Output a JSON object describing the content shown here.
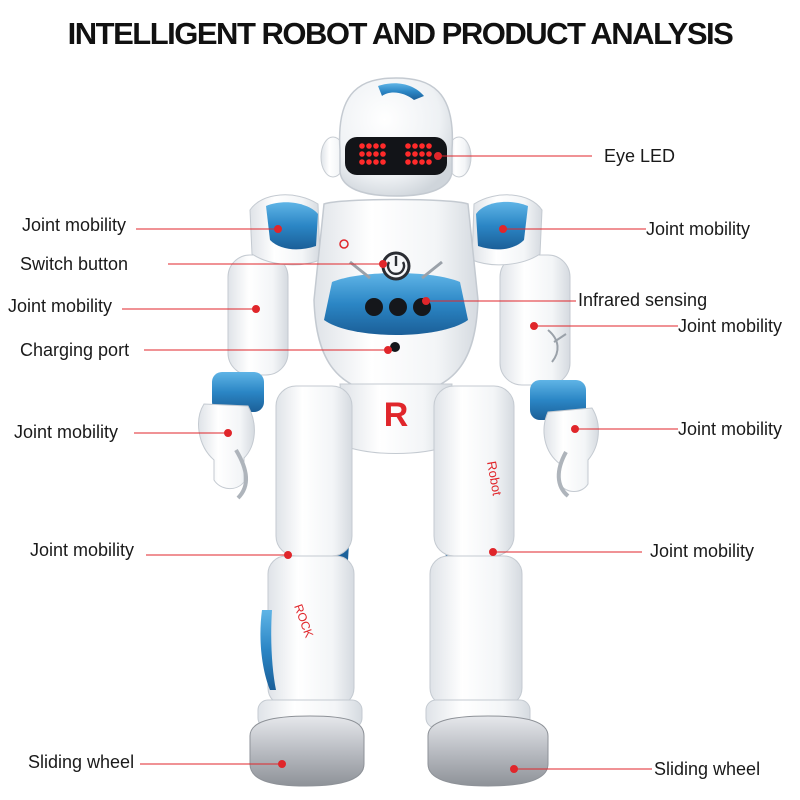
{
  "title": "INTELLIGENT ROBOT AND PRODUCT ANALYSIS",
  "robot": {
    "chest_letter": "R",
    "thigh_text": "Robot",
    "shin_text": "ROCK"
  },
  "colors": {
    "accent_blue": "#2b86c5",
    "callout_red": "#e0262b",
    "led_red": "#ff2a2a",
    "wheel_silver": "#b9bcc2",
    "body_white": "#f4f6f8"
  },
  "labels": {
    "eye_led": "Eye LED",
    "joint_shoulder_left": "Joint mobility",
    "joint_shoulder_right": "Joint mobility",
    "switch_button": "Switch button",
    "joint_elbow_left": "Joint mobility",
    "infrared_sensing": "Infrared sensing",
    "joint_elbow_right": "Joint mobility",
    "charging_port": "Charging port",
    "joint_wrist_left": "Joint mobility",
    "joint_wrist_right": "Joint mobility",
    "joint_knee_left": "Joint mobility",
    "joint_knee_right": "Joint mobility",
    "wheel_left": "Sliding wheel",
    "wheel_right": "Sliding wheel"
  }
}
